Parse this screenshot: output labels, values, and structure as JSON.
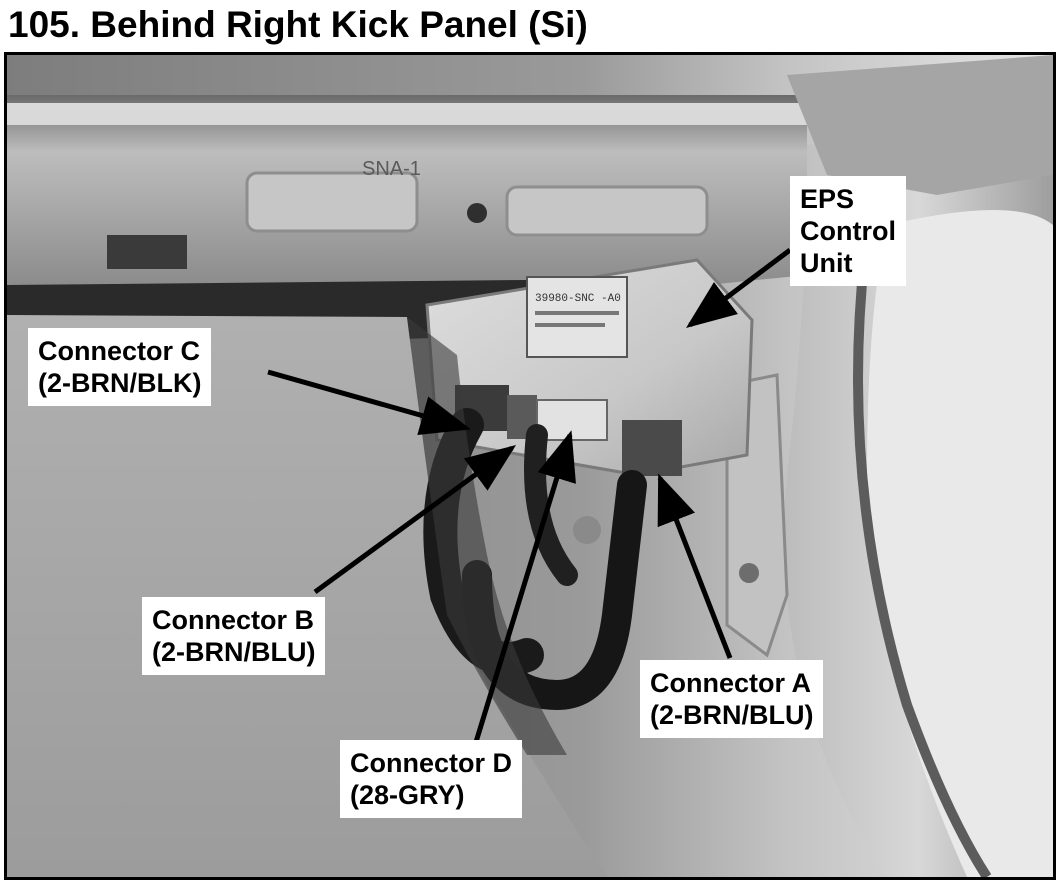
{
  "title": "105. Behind Right Kick Panel (Si)",
  "photo": {
    "part_marking_1": "SNA-1",
    "part_marking_2": "39980-SNC -A0"
  },
  "callouts": {
    "eps": {
      "line1": "EPS",
      "line2": "Control",
      "line3": "Unit"
    },
    "connector_c": {
      "line1": "Connector C",
      "line2": "(2-BRN/BLK)"
    },
    "connector_b": {
      "line1": "Connector B",
      "line2": "(2-BRN/BLU)"
    },
    "connector_a": {
      "line1": "Connector A",
      "line2": "(2-BRN/BLU)"
    },
    "connector_d": {
      "line1": "Connector D",
      "line2": "(28-GRY)"
    }
  }
}
